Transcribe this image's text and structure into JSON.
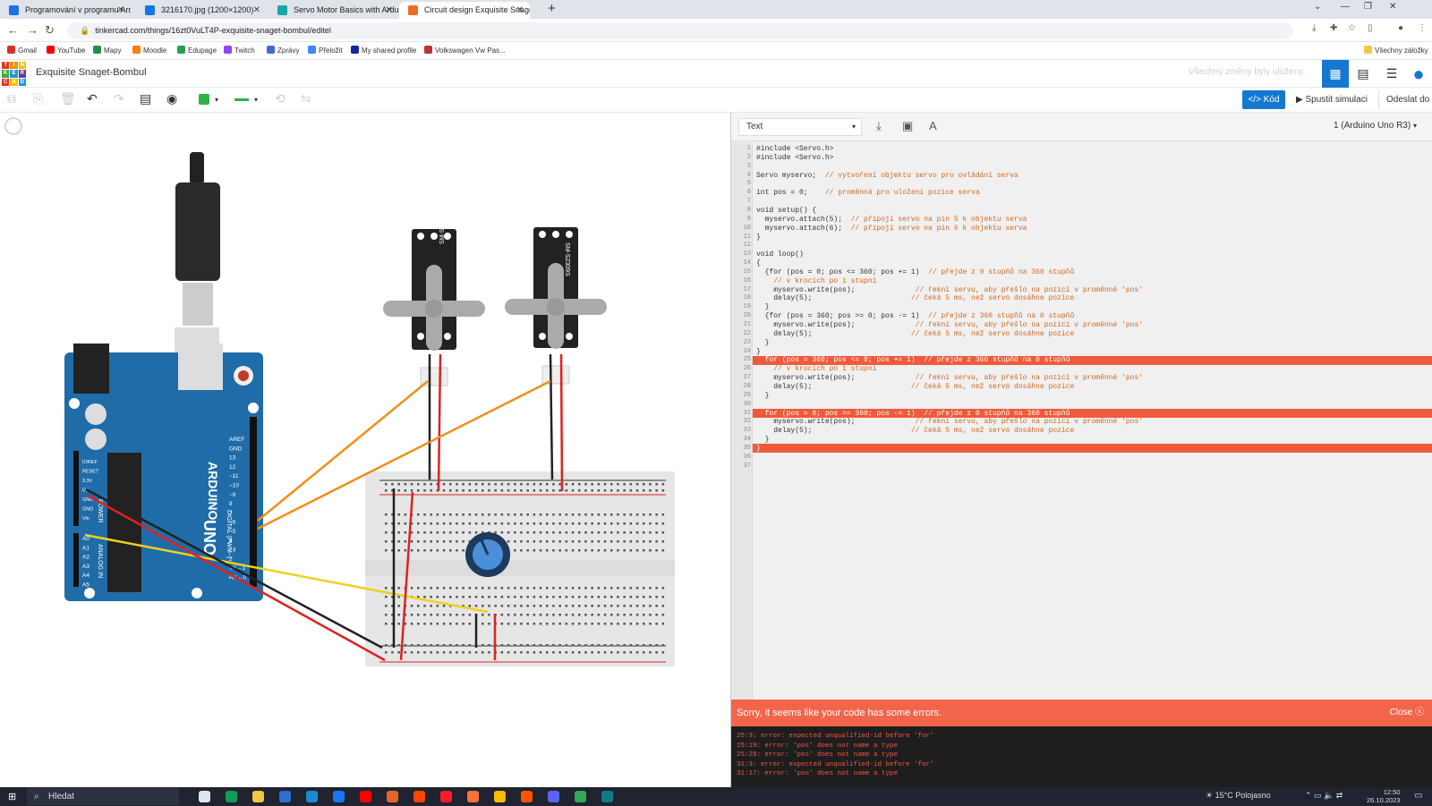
{
  "browser": {
    "tabs": [
      {
        "title": "Programování v programu Ardu",
        "icon_color": "#1a73e8",
        "active": false
      },
      {
        "title": "3216170.jpg (1200×1200)",
        "icon_color": "#1a73e8",
        "active": false
      },
      {
        "title": "Servo Motor Basics with Arduin",
        "icon_color": "#13a8a8",
        "active": false
      },
      {
        "title": "Circuit design Exquisite Snaget-",
        "icon_color": "#ef6a23",
        "active": true
      }
    ],
    "new_tab": "+",
    "url": "tinkercad.com/things/16zt0VuLT4P-exquisite-snaget-bombul/editel",
    "bookmarks": [
      {
        "label": "Gmail",
        "color": "#d93025"
      },
      {
        "label": "YouTube",
        "color": "#ff0000"
      },
      {
        "label": "Mapy",
        "color": "#2a8c3d"
      },
      {
        "label": "Moodle",
        "color": "#f98012"
      },
      {
        "label": "Edupage",
        "color": "#2a9d4e"
      },
      {
        "label": "Twitch",
        "color": "#9146ff"
      },
      {
        "label": "Zprávy",
        "color": "#3d6bd4"
      },
      {
        "label": "Přeložit",
        "color": "#4285f4"
      },
      {
        "label": "My shared profile",
        "color": "#1428a0"
      },
      {
        "label": "Volkswagen Vw Pas...",
        "color": "#b33"
      }
    ],
    "all_bookmarks": "Všechny záložky"
  },
  "app": {
    "logo_letters": [
      "T",
      "I",
      "N",
      "K",
      "E",
      "R",
      "C",
      "A",
      "D"
    ],
    "logo_colors": [
      "#e4332a",
      "#f29100",
      "#f7c000",
      "#41a940",
      "#1d9ad6",
      "#6a3a9a",
      "#e4332a",
      "#f7c000",
      "#1d9ad6"
    ],
    "project_title": "Exquisite Snaget-Bombul",
    "saved_status": "Všechny změny byly uloženy.",
    "code_button": "Kód",
    "start_sim_button": "Spustit simulaci",
    "send_to_button": "Odeslat do"
  },
  "code_panel": {
    "mode": "Text",
    "device": "1 (Arduino Uno R3)",
    "lines": [
      "#include <Servo.h>",
      "#include <Servo.h>",
      "",
      "Servo myservo;  // vytvoření objektu servo pro ovládání serva",
      "",
      "int pos = 0;    // proměnná pro uložení pozice serva",
      "",
      "void setup() {",
      "  myservo.attach(5);  // připojí servo na pin 5 k objektu serva",
      "  myservo.attach(6);  // připojí servo na pin 6 k objektu serva",
      "}",
      "",
      "void loop()",
      "{",
      "  {for (pos = 0; pos <= 360; pos += 1)  // přejde z 0 stupňů na 360 stupňů",
      "    // v krocích po 1 stupni",
      "    myservo.write(pos);              // řekni servu, aby přešlo na pozici v proměnné 'pos'",
      "    delay(5);                       // čeká 5 ms, než servo dosáhne pozice",
      "  }",
      "  {for (pos = 360; pos >= 0; pos -= 1)  // přejde z 360 stupňů na 0 stupňů",
      "    myservo.write(pos);              // řekni servu, aby přešlo na pozici v proměnné 'pos'",
      "    delay(5);                       // čeká 5 ms, než servo dosáhne pozice",
      "  }",
      "}",
      "  for (pos = 360; pos <= 0; pos += 1)  // přejde z 360 stupňů na 0 stupňů",
      "    // v krocích po 1 stupni",
      "    myservo.write(pos);              // řekni servu, aby přešlo na pozici v proměnné 'pos'",
      "    delay(5);                       // čeká 5 ms, než servo dosáhne pozice",
      "  }",
      "",
      "  for (pos = 0; pos >= 360; pos -= 1)  // přejde z 0 stupňů na 360 stupňů",
      "    myservo.write(pos);              // řekni servu, aby přešlo na pozici v proměnné 'pos'",
      "    delay(5);                       // čeká 5 ms, než servo dosáhne pozice",
      "  }",
      "}",
      "",
      ""
    ],
    "error_lines": [
      25,
      31,
      35
    ],
    "error_header": "Sorry, it seems like your code has some errors.",
    "close_label": "Close",
    "errors": [
      "25:3: error: expected unqualified-id before 'for'",
      "25:19: error: 'pos' does not name a type",
      "25:29: error: 'pos' does not name a type",
      "31:3: error: expected unqualified-id before 'for'",
      "31:17: error: 'pos' does not name a type"
    ]
  },
  "circuit": {
    "servo_label": "SM-S2309S",
    "arduino_brand": "ARDUINO",
    "arduino_model": "UNO",
    "header_labels_left": [
      "IOREF",
      "RESET",
      "3.3V",
      "5V",
      "GND",
      "GND",
      "Vin"
    ],
    "analog_labels": [
      "A0",
      "A1",
      "A2",
      "A3",
      "A4",
      "A5"
    ],
    "power_label": "POWER",
    "analog_label": "ANALOG IN",
    "digital_labels": [
      "AREF",
      "GND",
      "13",
      "12",
      "~11",
      "~10",
      "~9",
      "8",
      "7",
      "~6",
      "~5",
      "4",
      "~3",
      "2",
      "TX→1",
      "RX←0"
    ],
    "digital_label": "DIGITAL (PWM~)"
  },
  "taskbar": {
    "search_placeholder": "Hledat",
    "weather": "15°C  Polojasno",
    "time": "12:50",
    "date": "26.10.2023"
  }
}
